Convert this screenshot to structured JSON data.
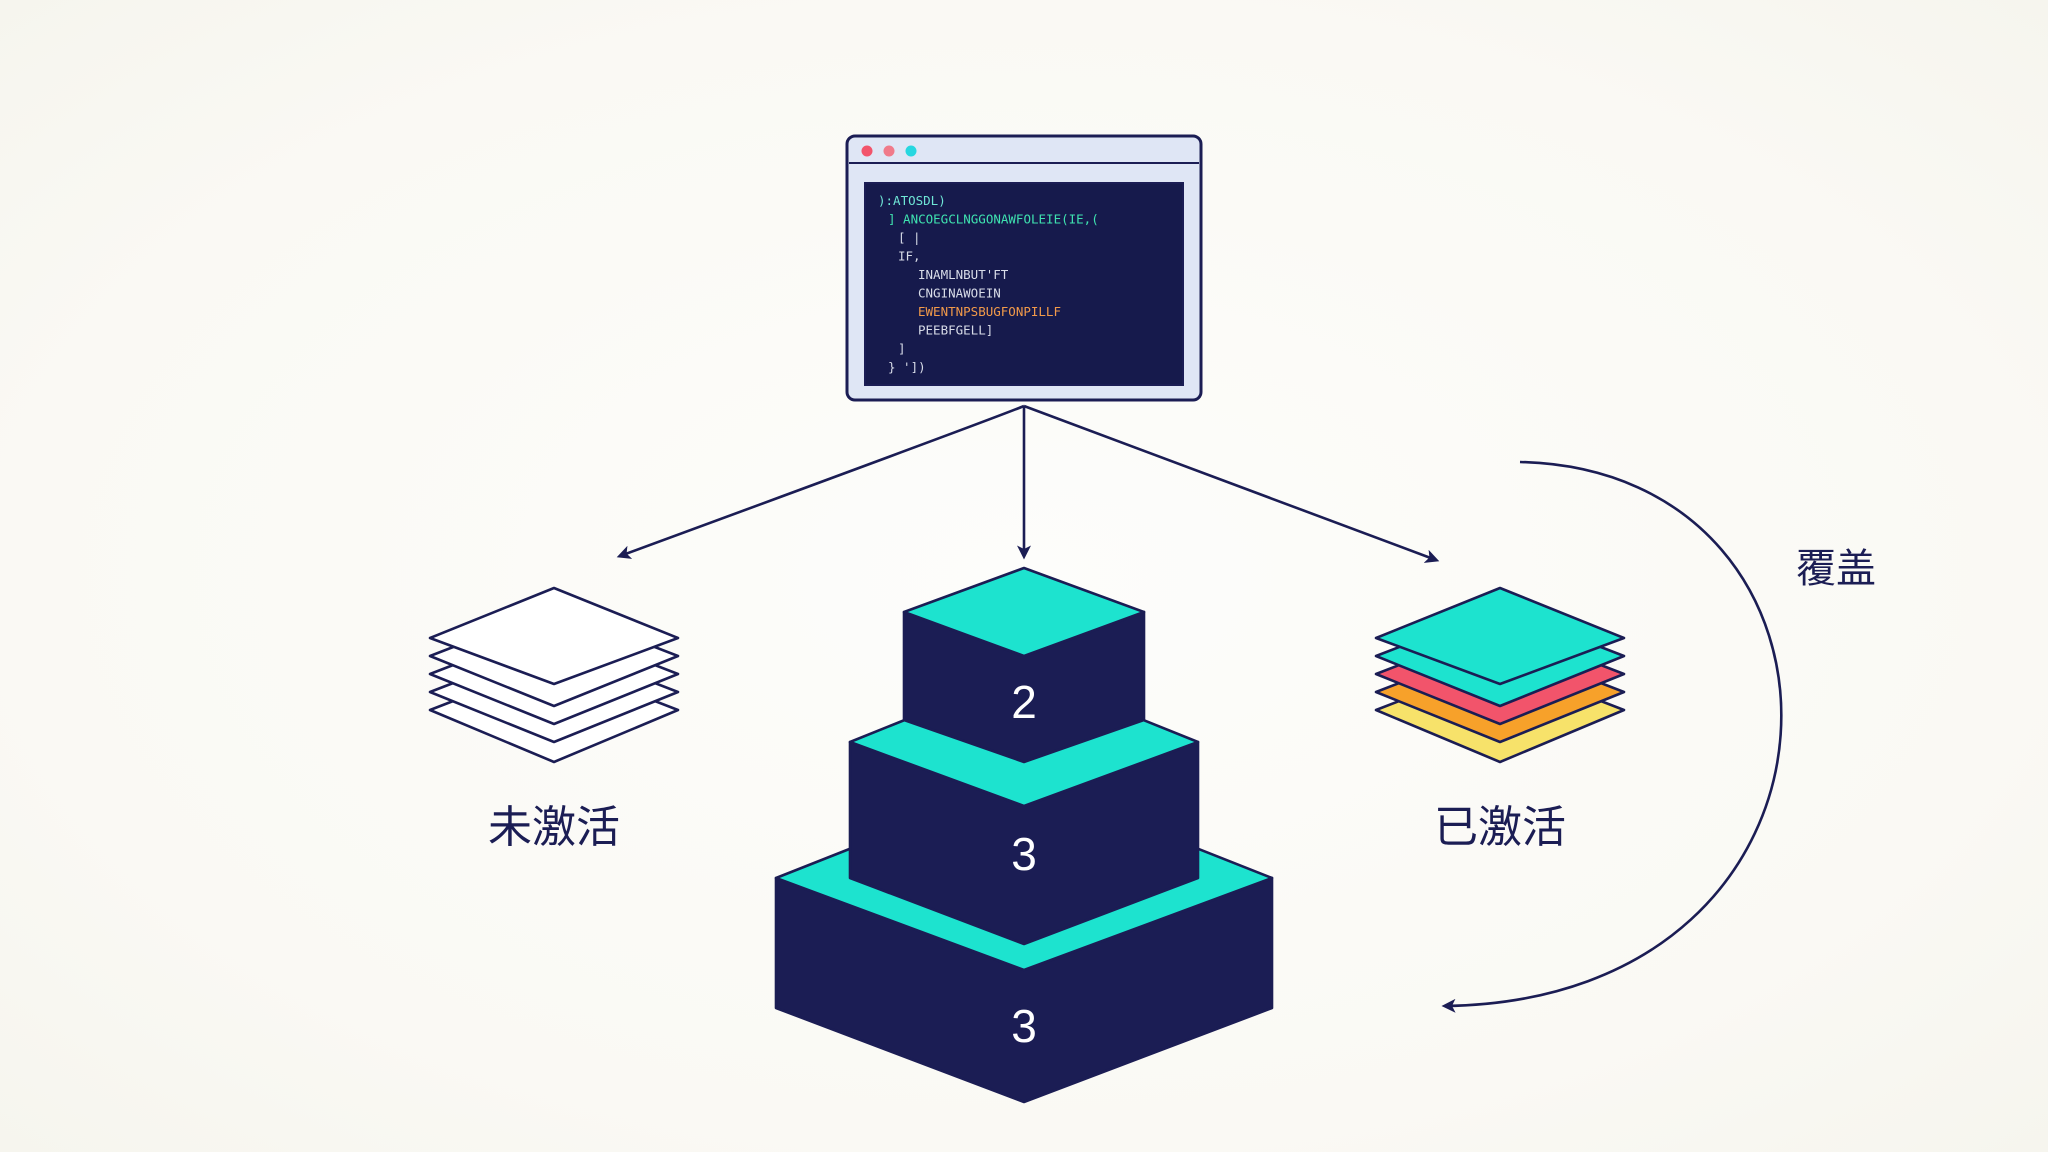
{
  "colors": {
    "navy": "#1b1d54",
    "teal": "#1de3cf",
    "teal_side": "#17c4b4",
    "pink": "#f2546b",
    "orange": "#f7a12a",
    "yellow": "#f7e26a",
    "window_frame": "#dfe6f5",
    "code_bg": "#161a4c",
    "code_green": "#3fe3b0",
    "code_teal": "#6fe6d6",
    "code_orange": "#f29a4a",
    "code_white": "#d8dce8"
  },
  "icons": {
    "window": "code-editor-window-icon",
    "dots": [
      "red-dot-icon",
      "pink-dot-icon",
      "cyan-dot-icon"
    ],
    "inactive_stack": "white-layer-stack-icon",
    "active_stack": "colored-layer-stack-icon",
    "pyramid": "stacked-blocks-icon",
    "arrows": [
      "arrow-to-inactive-icon",
      "arrow-to-pyramid-icon",
      "arrow-to-active-icon",
      "curved-override-arrow-icon"
    ]
  },
  "labels": {
    "inactive": "未激活",
    "active": "已激活",
    "override": "覆盖"
  },
  "blocks": {
    "top": "2",
    "middle": "3",
    "bottom": "3"
  },
  "code_lines": [
    {
      "text": "):ATOSDL)",
      "tone": "code_teal",
      "indent": 0
    },
    {
      "text": "] ANCOEGCLNGGONAWFOLEIE(IE,(",
      "tone": "code_green",
      "indent": 1
    },
    {
      "text": "[   |",
      "tone": "code_white",
      "indent": 2
    },
    {
      "text": "IF,",
      "tone": "code_white",
      "indent": 2
    },
    {
      "text": "INAMLNBUT'FT",
      "tone": "code_white",
      "indent": 4
    },
    {
      "text": "CNGINAWOEIN",
      "tone": "code_white",
      "indent": 4
    },
    {
      "text": "EWENTNPSBUGFONPILLF",
      "tone": "code_orange",
      "indent": 4
    },
    {
      "text": "PEEBFGELL]",
      "tone": "code_white",
      "indent": 4
    },
    {
      "text": "]",
      "tone": "code_white",
      "indent": 2
    },
    {
      "text": "} '])",
      "tone": "code_white",
      "indent": 1
    }
  ]
}
